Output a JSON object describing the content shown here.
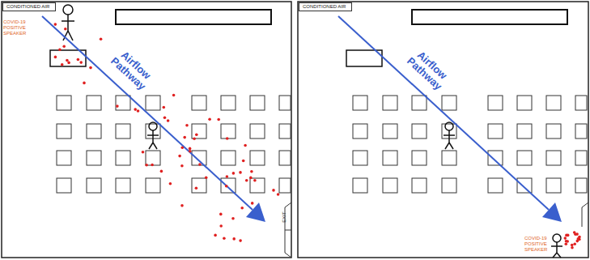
{
  "diagram": {
    "nodes": [
      {
        "text": [
          "CONDITIONED AIR"
        ]
      },
      {
        "text": [
          "CONDITIONED AIR"
        ]
      }
    ],
    "labels": [
      "COVID-19 POSITIVE SPEAKER",
      "Airflow Pathway",
      "EXIT",
      "Airflow Pathway",
      "COVID-19 POSITIVE SPEAKER"
    ]
  }
}
